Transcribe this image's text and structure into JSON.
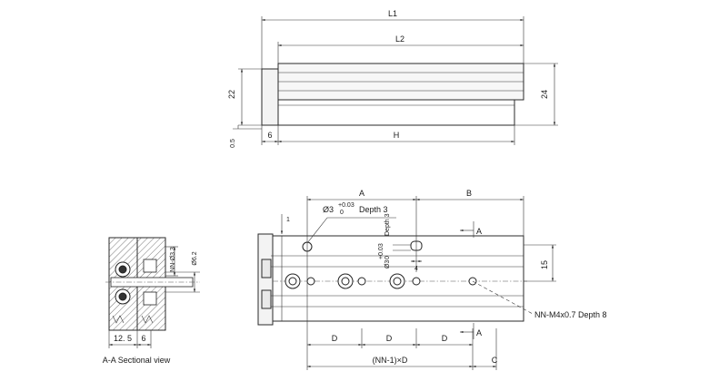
{
  "top_view": {
    "dims": {
      "L1": "L1",
      "L2": "L2",
      "H": "H",
      "h22": "22",
      "h24": "24",
      "h05": "0.5",
      "w6": "6"
    }
  },
  "front_view": {
    "dims": {
      "A": "A",
      "B": "B",
      "C": "C",
      "D1": "D",
      "D2": "D",
      "D3": "D",
      "pitch": "(NN-1)×D",
      "h15": "15",
      "w4": "4",
      "one": "1"
    },
    "callouts": {
      "pin_hole_top": {
        "dia": "Ø3",
        "tol_upper": "+0.03",
        "tol_lower": "0",
        "depth": "Depth 3"
      },
      "pin_hole_side": {
        "dia": "Ø3",
        "tol_upper": "+0.03",
        "tol_lower": "0",
        "depth": "Depth 3"
      },
      "thread": "NN-M4x0.7 Depth 8"
    },
    "section_marks": {
      "top": "A",
      "bottom": "A"
    }
  },
  "section_view": {
    "title": "A-A Sectional view",
    "dims": {
      "nn_dia": "NN-Ø3.3",
      "dia62": "Ø6.2",
      "w125": "12. 5",
      "w6": "6"
    }
  }
}
